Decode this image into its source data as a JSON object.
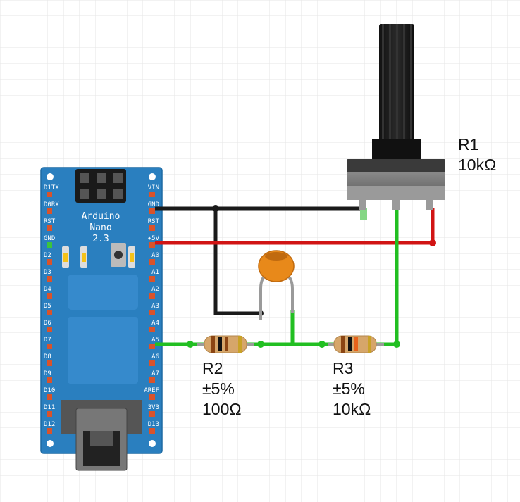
{
  "colors": {
    "board": "#2a7fbf",
    "wire_gnd": "#1a1a1a",
    "wire_5v": "#d11414",
    "wire_signal": "#22bf22",
    "cap_body": "#e8891a",
    "pot_body": "#555555",
    "grid": "#e6e6e6"
  },
  "board": {
    "name_line1": "Arduino",
    "name_line2": "Nano",
    "version": "2.3",
    "left_pins": [
      "D1TX",
      "D0RX",
      "RST",
      "GND",
      "D2",
      "D3",
      "D4",
      "D5",
      "D6",
      "D7",
      "D8",
      "D9",
      "D10",
      "D11",
      "D12"
    ],
    "right_pins": [
      "VIN",
      "GND",
      "RST",
      "+5V",
      "A0",
      "A1",
      "A2",
      "A3",
      "A4",
      "A5",
      "A6",
      "A7",
      "AREF",
      "3V3",
      "D13"
    ]
  },
  "components": {
    "r1": {
      "ref": "R1",
      "value": "10kΩ"
    },
    "r2": {
      "ref": "R2",
      "tolerance": "±5%",
      "value": "100Ω"
    },
    "r3": {
      "ref": "R3",
      "tolerance": "±5%",
      "value": "10kΩ"
    }
  }
}
